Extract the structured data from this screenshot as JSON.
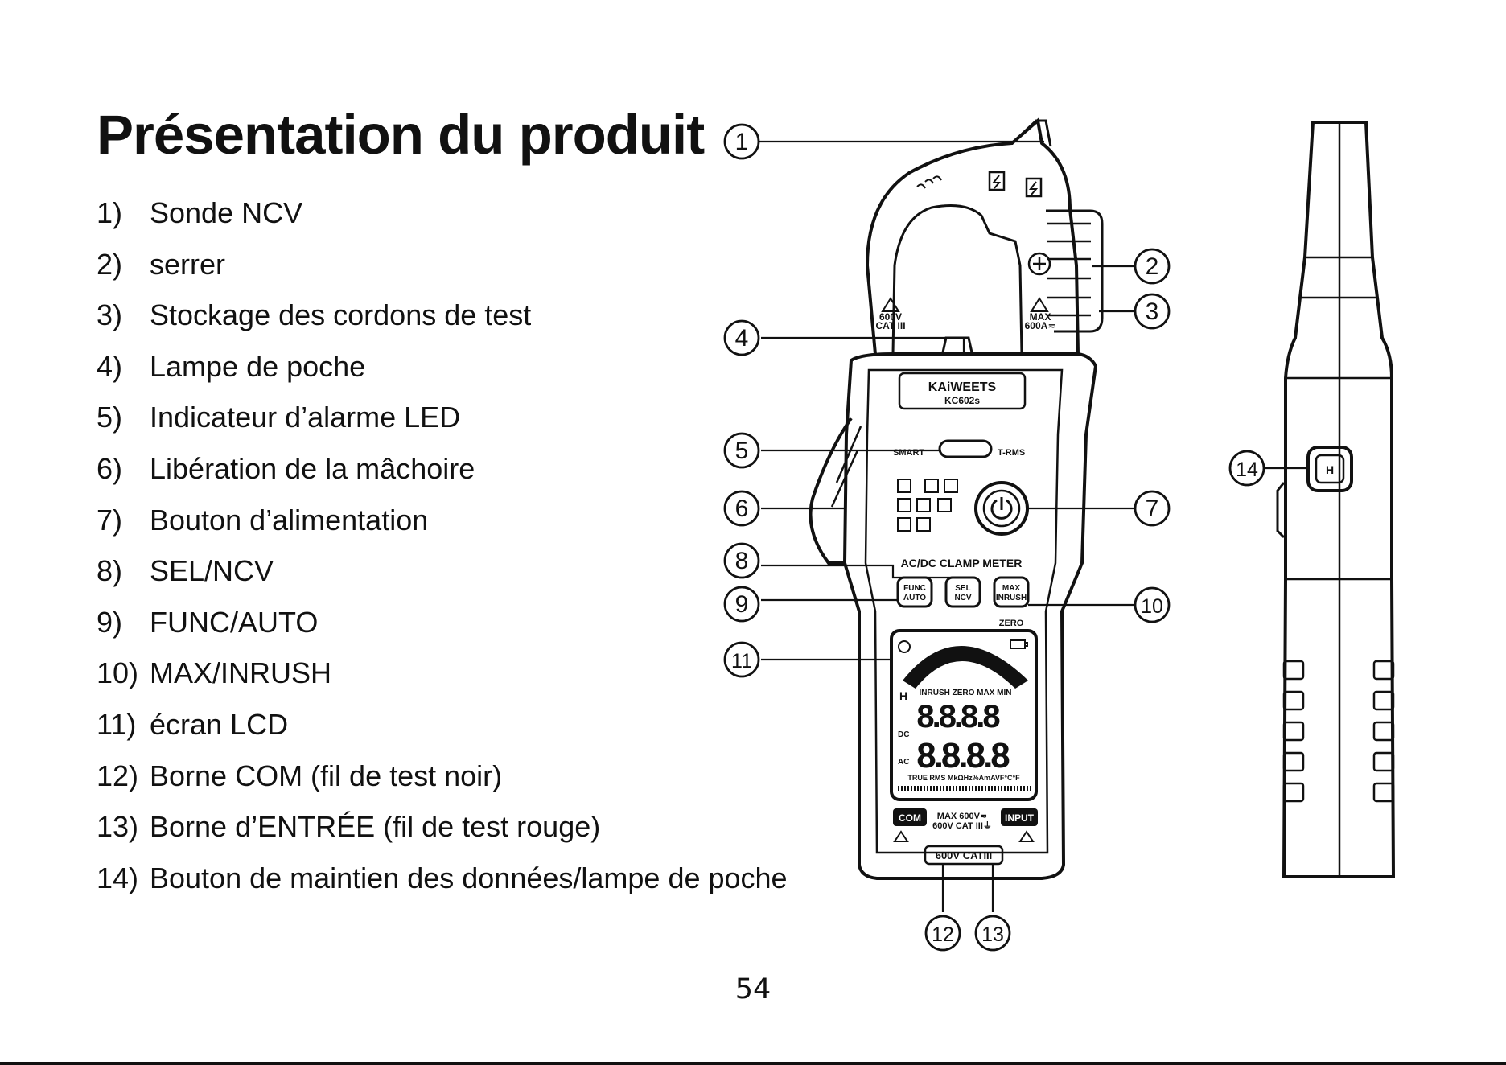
{
  "title": "Présentation du produit",
  "parts": [
    {
      "num": "1)",
      "label": "Sonde NCV"
    },
    {
      "num": "2)",
      "label": "serrer"
    },
    {
      "num": "3)",
      "label": "Stockage des cordons de test"
    },
    {
      "num": "4)",
      "label": "Lampe de poche"
    },
    {
      "num": "5)",
      "label": "Indicateur d’alarme LED"
    },
    {
      "num": "6)",
      "label": "Libération de la mâchoire"
    },
    {
      "num": "7)",
      "label": "Bouton d’alimentation"
    },
    {
      "num": "8)",
      "label": "SEL/NCV"
    },
    {
      "num": "9)",
      "label": "FUNC/AUTO"
    },
    {
      "num": "10)",
      "label": "MAX/INRUSH"
    },
    {
      "num": "11)",
      "label": "écran LCD"
    },
    {
      "num": "12)",
      "label": "Borne COM (fil de test noir)"
    },
    {
      "num": "13)",
      "label": "Borne d’ENTRÉE (fil de test rouge)"
    },
    {
      "num": "14)",
      "label": "Bouton de maintien des données/lampe de poche"
    }
  ],
  "callouts": [
    "1",
    "2",
    "3",
    "4",
    "5",
    "6",
    "7",
    "8",
    "9",
    "10",
    "11",
    "12",
    "13",
    "14"
  ],
  "device": {
    "brand": "KAiWEETS",
    "model": "KC602s",
    "jaw_left_rating": "600V\nCAT III",
    "jaw_right_rating": "MAX\n600A≂",
    "smart_label": "SMART",
    "trms_label": "T-RMS",
    "meter_type": "AC/DC CLAMP METER",
    "func_button": "FUNC\nAUTO",
    "sel_button": "SEL\nNCV",
    "max_button": "MAX\nINRUSH",
    "zero_label": "ZERO",
    "lcd_top_flags": "INRUSH ZERO MAX MIN",
    "lcd_digits_main": "8.8.8.8",
    "lcd_digits_secondary": "8.8.8.8",
    "lcd_units_line": "TRUE RMS  MkΩHz%AmAVF°C°F",
    "lcd_dc": "DC",
    "lcd_ac": "AC",
    "lcd_h": "H",
    "com_label": "COM",
    "input_label": "INPUT",
    "terminal_rating": "MAX 600V≂\n600V CAT III⏚",
    "bottom_rating": "600V CATIII",
    "icons": [
      "ncv-lightning-icon",
      "flashlight-icon",
      "power-icon",
      "warning-triangle-icon",
      "hold-flashlight-icon",
      "battery-icon",
      "auto-power-off-icon"
    ]
  },
  "page_number": "54",
  "colors": {
    "ink": "#111111",
    "background": "#ffffff"
  }
}
